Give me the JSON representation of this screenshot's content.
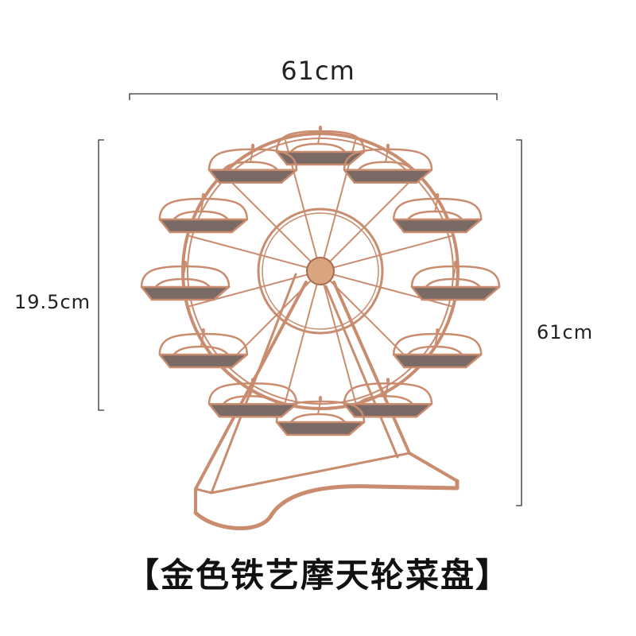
{
  "dimensions": {
    "width_label": "61cm",
    "wheel_height_label": "19.5cm",
    "total_height_label": "61cm"
  },
  "caption": "【金色铁艺摩天轮菜盘】",
  "colors": {
    "metal": "#c98c6e",
    "metal_dark": "#a8694e",
    "tray": "#7a6a66",
    "hub": "#d9a57e",
    "dimension_line": "#333333"
  },
  "product": {
    "type": "ferris-wheel-serving-stand",
    "basket_count": 12
  }
}
